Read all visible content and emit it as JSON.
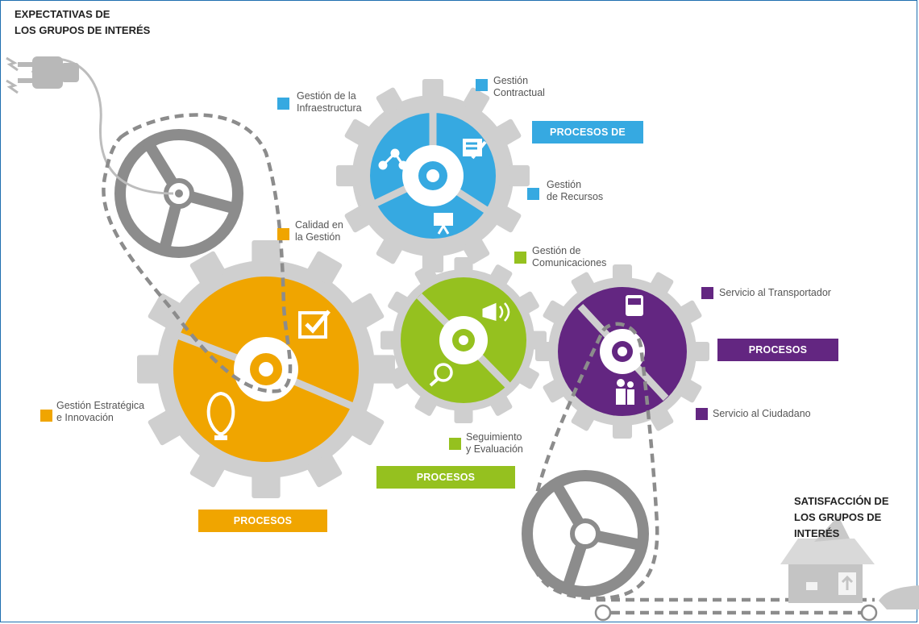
{
  "colors": {
    "gray": "#cfcfcf",
    "dark_gray": "#8c8c8c",
    "blue": "#36a9e1",
    "orange": "#f0a500",
    "green": "#95c11f",
    "purple": "#632681"
  },
  "header": {
    "input_title": "EXPECTATIVAS DE\nLOS GRUPOS DE INTERÉS",
    "output_title": "SATISFACCIÓN DE\nLOS GRUPOS DE INTERÉS"
  },
  "groups": {
    "apoyo": {
      "title": "PROCESOS DE APOYO",
      "items": [
        "Gestión de la\nInfraestructura",
        "Gestión\nContractual",
        "Gestión\nde Recursos"
      ]
    },
    "estrategicos": {
      "title": "PROCESOS ESTRATÉGICOS",
      "items": [
        "Calidad en\nla Gestión",
        "Gestión Estratégica\ne Innovación"
      ]
    },
    "transversales": {
      "title": "PROCESOS TRANSVERSALES",
      "items": [
        "Gestión de\nComunicaciones",
        "Seguimiento\ny Evaluación"
      ]
    },
    "misionales": {
      "title": "PROCESOS MISIONALES",
      "items": [
        "Servicio al Transportador",
        "Servicio al Ciudadano"
      ]
    }
  },
  "icons": {
    "plug": "plug-icon",
    "network": "network-icon",
    "document": "document-edit-icon",
    "presentation": "presentation-chart-icon",
    "checkbox": "checkbox-icon",
    "lightbulb": "lightbulb-icon",
    "megaphone": "megaphone-icon",
    "magnifier": "magnifier-eye-icon",
    "bus": "bus-icon",
    "family": "family-icon",
    "box": "box-icon",
    "hand": "hand-icon",
    "steering": "steering-wheel-icon"
  }
}
